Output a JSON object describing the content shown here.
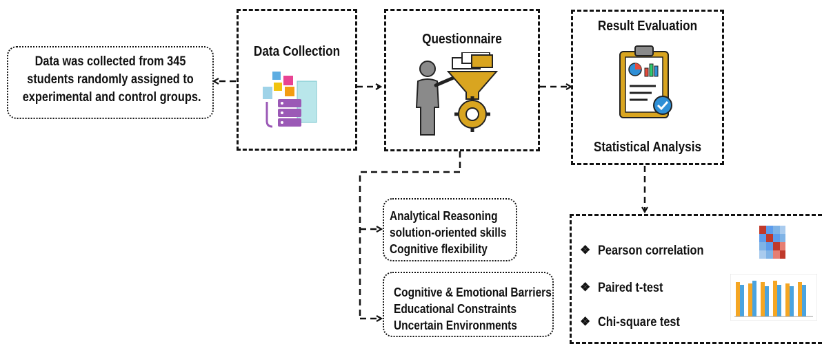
{
  "note": {
    "lines": [
      "Data was collected from 345",
      "students randomly assigned to",
      "experimental and control groups."
    ]
  },
  "data_collection": {
    "title": "Data Collection"
  },
  "questionnaire": {
    "title": "Questionnaire"
  },
  "result_evaluation": {
    "title": "Result Evaluation",
    "subtitle": "Statistical Analysis"
  },
  "skills": {
    "lines": [
      "Analytical Reasoning",
      "solution-oriented skills",
      "Cognitive flexibility"
    ]
  },
  "barriers": {
    "lines": [
      "Cognitive & Emotional Barriers",
      "Educational Constraints",
      "Uncertain Environments"
    ]
  },
  "tests": {
    "bullet": "❖",
    "items": [
      "Pearson correlation",
      "Paired t-test",
      "Chi-square test"
    ]
  },
  "colors": {
    "line": "#111111",
    "gold": "#d9a520",
    "blue_accent": "#2f8fd6",
    "purple": "#9b59b6",
    "gray_person": "#8a8a8a",
    "bar_orange": "#f5a623",
    "bar_blue": "#4aa3df"
  }
}
